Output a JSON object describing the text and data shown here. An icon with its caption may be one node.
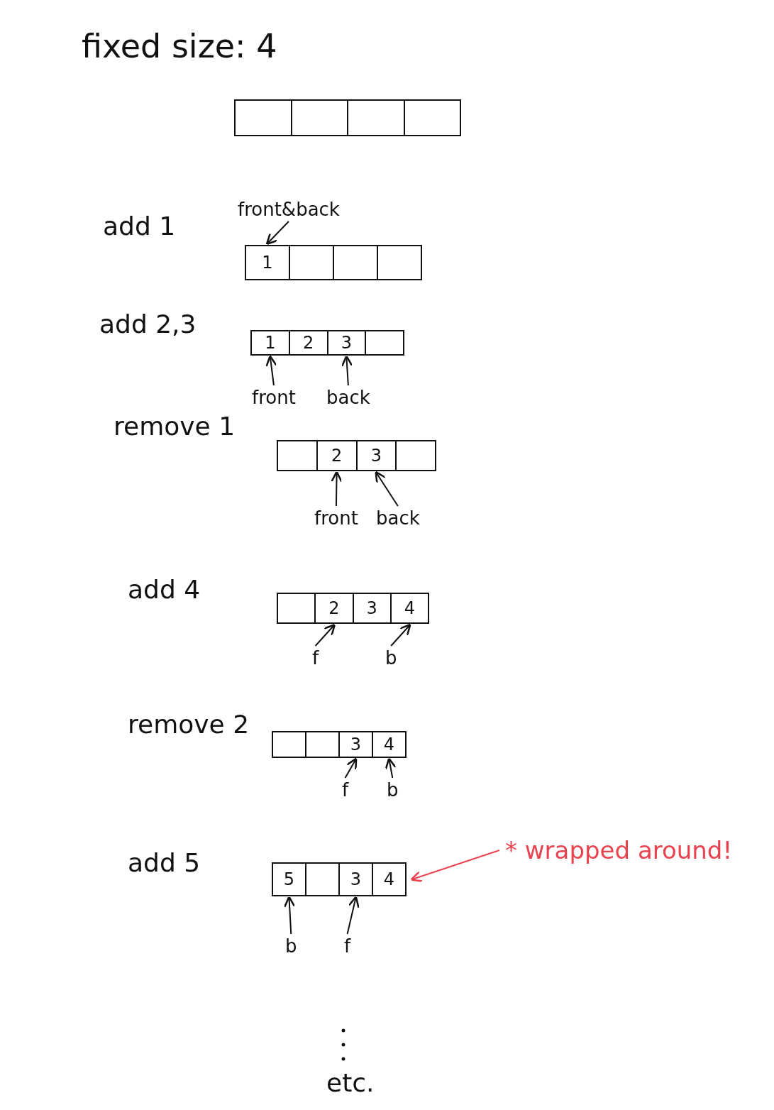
{
  "diagram": {
    "title": "fixed size: 4",
    "nodes": [
      {
        "text": [],
        "shape": "box"
      },
      {
        "text": [],
        "shape": "box",
        "in": 0
      },
      {
        "text": [],
        "shape": "box",
        "in": 0
      },
      {
        "text": [],
        "shape": "box",
        "in": 0
      },
      {
        "text": [],
        "shape": "box",
        "in": 0
      },
      {
        "text": [
          "front&back"
        ]
      },
      {
        "text": [],
        "shape": "box"
      },
      {
        "text": [
          "1"
        ],
        "in": 6
      },
      {
        "text": [],
        "shape": "box",
        "in": 6
      },
      {
        "text": [],
        "shape": "box",
        "in": 6
      },
      {
        "text": [],
        "shape": "box",
        "in": 6
      },
      {
        "text": [],
        "shape": "box"
      },
      {
        "text": [
          "1"
        ],
        "in": 11
      },
      {
        "text": [
          "2"
        ],
        "in": 11
      },
      {
        "text": [
          "3"
        ],
        "in": 11
      },
      {
        "text": [],
        "shape": "box",
        "in": 11
      },
      {
        "text": [
          "front"
        ]
      },
      {
        "text": [
          "back"
        ]
      },
      {
        "text": [],
        "shape": "box"
      },
      {
        "text": [],
        "shape": "box",
        "in": 18
      },
      {
        "text": [
          "2"
        ],
        "in": 18
      },
      {
        "text": [
          "3"
        ],
        "in": 18
      },
      {
        "text": [],
        "shape": "box",
        "in": 18
      },
      {
        "text": [
          "front"
        ]
      },
      {
        "text": [
          "back"
        ]
      },
      {
        "text": [],
        "shape": "box"
      },
      {
        "text": [],
        "shape": "box",
        "in": 25
      },
      {
        "text": [
          "2"
        ],
        "in": 25
      },
      {
        "text": [
          "3"
        ],
        "in": 25
      },
      {
        "text": [
          "4"
        ],
        "in": 25
      },
      {
        "text": [
          "f"
        ]
      },
      {
        "text": [
          "b"
        ]
      },
      {
        "text": [],
        "shape": "box"
      },
      {
        "text": [],
        "shape": "box",
        "in": 32
      },
      {
        "text": [],
        "shape": "box",
        "in": 32
      },
      {
        "text": [
          "3"
        ],
        "in": 32
      },
      {
        "text": [
          "4"
        ],
        "in": 32
      },
      {
        "text": [
          "f"
        ]
      },
      {
        "text": [
          "b"
        ]
      },
      {
        "text": [],
        "shape": "box"
      },
      {
        "text": [
          "5"
        ],
        "in": 39
      },
      {
        "text": [],
        "shape": "box",
        "in": 39
      },
      {
        "text": [
          "3"
        ],
        "in": 39
      },
      {
        "text": [
          "4"
        ],
        "in": 39
      },
      {
        "text": [
          "b"
        ]
      },
      {
        "text": [
          "f"
        ]
      },
      {
        "text": [
          "* wrapped around!"
        ]
      }
    ],
    "edges": [
      {
        "from": 5,
        "to": 7,
        "arrow": "to"
      },
      {
        "from": 16,
        "to": 12,
        "arrow": "to"
      },
      {
        "from": 17,
        "to": 14,
        "arrow": "to"
      },
      {
        "from": 23,
        "to": 20,
        "arrow": "to"
      },
      {
        "from": 24,
        "to": 21,
        "arrow": "to"
      },
      {
        "from": 30,
        "to": 27,
        "arrow": "to"
      },
      {
        "from": 31,
        "to": 29,
        "arrow": "to"
      },
      {
        "from": 37,
        "to": 35,
        "arrow": "to"
      },
      {
        "from": 38,
        "to": 36,
        "arrow": "to"
      },
      {
        "from": 44,
        "to": 40,
        "arrow": "to"
      },
      {
        "from": 45,
        "to": 42,
        "arrow": "to"
      },
      {
        "from": 46,
        "to": 39,
        "arrow": "to",
        "color": "#e8434f"
      }
    ],
    "labels": [
      "add 1",
      "add 2,3",
      "remove 1",
      "add 4",
      "remove 2",
      "add 5",
      "etc."
    ]
  }
}
